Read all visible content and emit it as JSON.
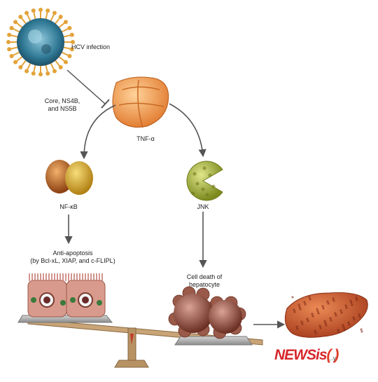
{
  "labels": {
    "hcv_infection": "HCV infection",
    "core_proteins_line1": "Core, NS4B,",
    "core_proteins_line2": "and NS5B",
    "tnf_alpha": "TNF-α",
    "nf_kb": "NF-κB",
    "jnk": "JNK",
    "anti_apoptosis_line1": "Anti-apoptosis",
    "anti_apoptosis_line2": "(by Bcl-xL, XIAP, and c-FLIPL)",
    "cell_death_line1": "Cell death of",
    "cell_death_line2": "hepatocyte",
    "liver_partial": "...y"
  },
  "watermark": {
    "part1": "NEWS",
    "part2": "is",
    "part3": "( )"
  },
  "colors": {
    "arrow": "#555555",
    "virus_body": "#2a6f8f",
    "virus_spike": "#e3a33a",
    "tnf": "#f0a050",
    "nfkb_left": "#b8611f",
    "nfkb_right": "#e0b030",
    "jnk": "#b5c24a",
    "cells": "#c8857a",
    "dead_cells": "#8a4a3a",
    "liver": "#c8502a",
    "scale_beam": "#b08d5f",
    "scale_pan": "#9a9a9a"
  }
}
